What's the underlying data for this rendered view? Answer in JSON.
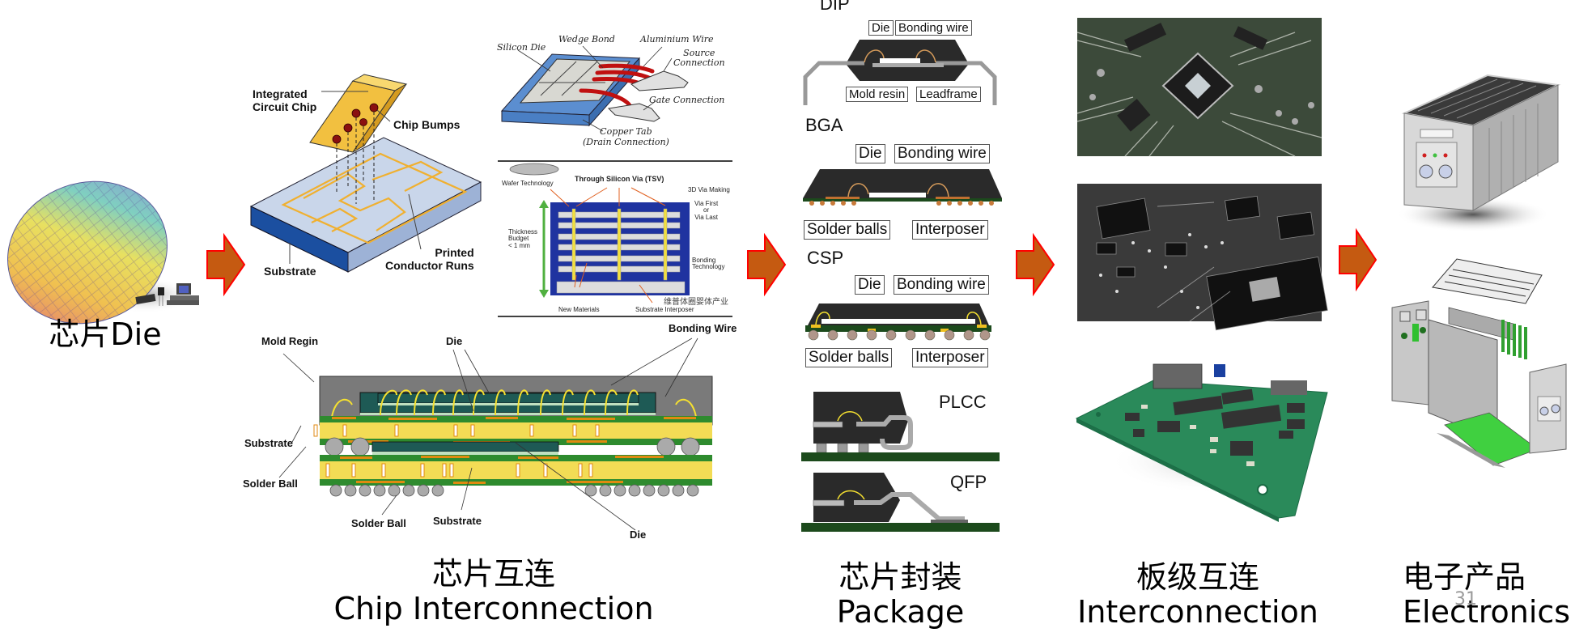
{
  "stages": [
    {
      "id": "die",
      "caption_cn": "芯片Die",
      "caption_en": ""
    },
    {
      "id": "chip_interconnection",
      "caption_cn": "芯片互连",
      "caption_en": "Chip Interconnection"
    },
    {
      "id": "package",
      "caption_cn": "芯片封装",
      "caption_en": "Package"
    },
    {
      "id": "board_interconnection",
      "caption_cn": "板级互连",
      "caption_en": "Interconnection"
    },
    {
      "id": "electronics",
      "caption_cn": "电子产品",
      "caption_en": "Electronics"
    }
  ],
  "colors": {
    "arrow_fill": "#c55a11",
    "arrow_stroke": "#ff0000"
  },
  "flip_chip": {
    "labels": {
      "chip": "Integrated\nCircuit Chip",
      "bumps": "Chip Bumps",
      "substrate": "Substrate",
      "runs": "Printed\nConductor Runs"
    }
  },
  "wire_bond": {
    "labels": {
      "silicon_die": "Silicon Die",
      "wedge_bond": "Wedge Bond",
      "al_wire": "Aluminium Wire",
      "source": "Source\nConnection",
      "gate": "Gate Connection",
      "copper_tab": "Copper Tab\n(Drain Connection)"
    }
  },
  "tsv": {
    "labels": {
      "title": "Through Silicon Via (TSV)",
      "wafer": "Wafer Technology",
      "via_making": "3D Via Making",
      "via_first": "Via First\nor\nVia Last",
      "thickness": "Thickness\nBudget\n< 1 mm",
      "bonding": "Bonding\nTechnology",
      "new_materials": "New Materials",
      "interposer": "Substrate Interposer",
      "watermark": "维普体圈婴体产业"
    }
  },
  "stacked": {
    "labels": {
      "mold": "Mold Regin",
      "die_top": "Die",
      "bonding_wire": "Bonding Wire",
      "substrate_left": "Substrate",
      "solder_ball_left": "Solder Ball",
      "solder_ball_bottom": "Solder Ball",
      "substrate_bottom": "Substrate",
      "die_bottom": "Die"
    }
  },
  "packages": [
    {
      "name": "DIP",
      "labels": [
        "Die",
        "Bonding wire",
        "Mold resin",
        "Leadframe"
      ]
    },
    {
      "name": "BGA",
      "labels": [
        "Die",
        "Bonding wire",
        "Solder balls",
        "Interposer"
      ]
    },
    {
      "name": "CSP",
      "labels": [
        "Die",
        "Bonding wire",
        "Solder balls",
        "Interposer"
      ]
    },
    {
      "name": "PLCC",
      "labels": []
    },
    {
      "name": "QFP",
      "labels": []
    }
  ],
  "page_number": "31"
}
